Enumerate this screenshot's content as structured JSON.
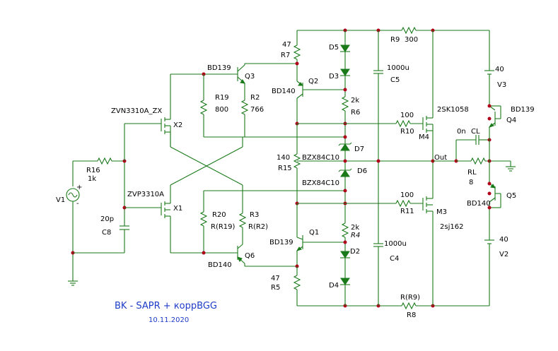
{
  "title": "BK - SAPR + коррBGG",
  "date": "10.11.2020",
  "colors": {
    "wire": "#1a7a1a",
    "junction": "#b0001a",
    "label": "#000000",
    "title": "#1e3cc8"
  },
  "components": {
    "V1": "V1",
    "R16": {
      "name": "R16",
      "value": "1k"
    },
    "C8": {
      "name": "C8",
      "value": "20p"
    },
    "X2": {
      "name": "X2",
      "part": "ZVN3310A_ZX"
    },
    "X1": {
      "name": "X1",
      "part": "ZVP3310A"
    },
    "Q3": {
      "name": "Q3",
      "part": "BD139"
    },
    "Q6": {
      "name": "Q6",
      "part": "BD140"
    },
    "R19": {
      "name": "R19",
      "value": "800"
    },
    "R2": {
      "name": "R2",
      "value": "766"
    },
    "R20": {
      "name": "R20",
      "value": "R(R19)"
    },
    "R3": {
      "name": "R3",
      "value": "R(R2)"
    },
    "R7": {
      "name": "R7",
      "value": "47"
    },
    "R5": {
      "name": "R5",
      "value": "47"
    },
    "Q2": {
      "name": "Q2",
      "part": "BD140"
    },
    "Q1": {
      "name": "Q1",
      "part": "BD139"
    },
    "R15": {
      "name": "R15",
      "value": "140"
    },
    "D5": "D5",
    "D3": "D3",
    "D2": "D2",
    "D4": "D4",
    "D7": {
      "name": "D7",
      "part": "BZX84C10"
    },
    "D6": {
      "name": "D6",
      "part": "BZX84C10"
    },
    "R6": {
      "name": "R6",
      "value": "2k"
    },
    "R4": {
      "name": "R4",
      "value": "2k"
    },
    "C5": {
      "name": "C5",
      "value": "1000u"
    },
    "C4": {
      "name": "C4",
      "value": "1000u"
    },
    "R9": {
      "name": "R9",
      "value": "300"
    },
    "R8": {
      "name": "R8",
      "value": "R(R9)"
    },
    "R10": {
      "name": "R10",
      "value": "100"
    },
    "R11": {
      "name": "R11",
      "value": "100"
    },
    "M4": {
      "name": "M4",
      "part": "2SK1058"
    },
    "M3": {
      "name": "M3",
      "part": "2sj162"
    },
    "CL": {
      "name": "CL",
      "value": "0n"
    },
    "RL": {
      "name": "RL",
      "value": "8"
    },
    "out": "Out",
    "Q4": {
      "name": "Q4",
      "part": "BD139"
    },
    "Q5": {
      "name": "Q5",
      "part": "BD140"
    },
    "V3": {
      "name": "V3",
      "value": "40"
    },
    "V2": {
      "name": "V2",
      "value": "40"
    }
  }
}
